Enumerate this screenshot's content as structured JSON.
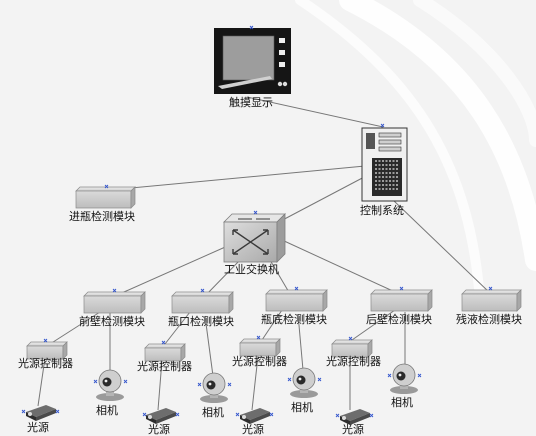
{
  "nodes": {
    "touch_display": {
      "label": "触摸显示"
    },
    "control_system": {
      "label": "控制系统"
    },
    "bottle_in": {
      "label": "进瓶检测模块"
    },
    "switch": {
      "label": "工业交换机"
    },
    "front_wall": {
      "label": "前壁检测模块"
    },
    "bottle_mouth": {
      "label": "瓶口检测模块"
    },
    "bottle_bottom": {
      "label": "瓶底检测模块"
    },
    "rear_wall": {
      "label": "后壁检测模块"
    },
    "residual": {
      "label": "残液检测模块"
    },
    "ctrl_1": {
      "label": "光源控制器"
    },
    "ctrl_2": {
      "label": "光源控制器"
    },
    "ctrl_3": {
      "label": "光源控制器"
    },
    "ctrl_4": {
      "label": "光源控制器"
    },
    "cam_1": {
      "label": "相机"
    },
    "cam_2": {
      "label": "相机"
    },
    "cam_3": {
      "label": "相机"
    },
    "cam_4": {
      "label": "相机"
    },
    "light_1": {
      "label": "光源"
    },
    "light_2": {
      "label": "光源"
    },
    "light_3": {
      "label": "光源"
    },
    "light_4": {
      "label": "光源"
    }
  },
  "colors": {
    "background": "#f3f3f3",
    "link": "#777777",
    "box_fill": "#d4d4d4",
    "box_edge": "#8a8a8a",
    "anchor": "#3355cc"
  }
}
